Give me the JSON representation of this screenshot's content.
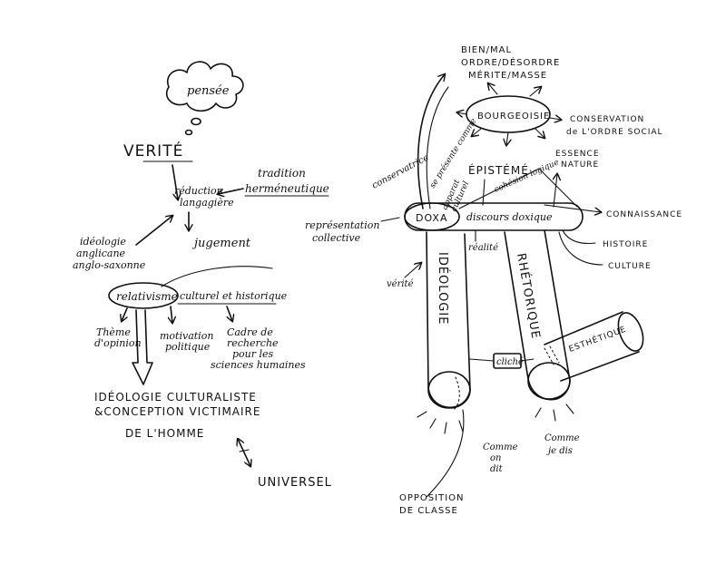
{
  "left": {
    "pensee": "pensée",
    "verite": "VERITÉ",
    "tradition_line1": "tradition",
    "tradition_line2": "herméneutique",
    "reduction_line1": "réduction",
    "reduction_line2": "langagière",
    "ideologie_anglo_line1": "idéologie",
    "ideologie_anglo_line2": "anglicane",
    "ideologie_anglo_line3": "anglo-saxonne",
    "jugement": "jugement",
    "relativisme": "relativisme",
    "culturel": "culturel et historique",
    "theme_line1": "Thème",
    "theme_line2": "d'opinion",
    "motivation_line1": "motivation",
    "motivation_line2": "politique",
    "cadre_line1": "Cadre de",
    "cadre_line2": "recherche",
    "cadre_line3": "pour les",
    "cadre_line4": "sciences humaines",
    "ideologie_cult_line1": "IDÉOLOGIE CULTURALISTE",
    "ideologie_cult_line2": "&CONCEPTION VICTIMAIRE",
    "ideologie_cult_line3": "DE L'HOMME",
    "universel": "UNIVERSEL"
  },
  "right": {
    "bien_line1": "BIEN/MAL",
    "bien_line2": "ORDRE/DÉSORDRE",
    "bien_line3": "MÉRITE/MASSE",
    "bourgeoisie": "BOURGEOISIE",
    "conservation_line1": "CONSERVATION",
    "conservation_line2": "de L'ORDRE SOCIAL",
    "essence_line1": "ESSENCE",
    "essence_line2": "NATURE",
    "conservatrice": "conservatrice",
    "se_presente": "se présente comme",
    "episteme": "ÉPISTÉMÉ",
    "cohesion": "cohésion logique",
    "apparat_line1": "apparat",
    "apparat_line2": "culturel",
    "representation_line1": "représentation",
    "representation_line2": "collective",
    "doxa": "DOXA",
    "discours": "discours doxique",
    "connaissance": "CONNAISSANCE",
    "histoire": "HISTOIRE",
    "culture": "CULTURE",
    "realite": "réalité",
    "verite_small": "vérité",
    "ideologie_tube": "IDÉOLOGIE",
    "rhetorique": "RHÉTORIQUE",
    "cliche": "cliché",
    "esthetique": "ESTHÉTIQUE",
    "comme_on_line1": "Comme",
    "comme_on_line2": "on",
    "comme_on_line3": "dit",
    "comme_je_line1": "Comme",
    "comme_je_line2": "je dis",
    "opposition_line1": "OPPOSITION",
    "opposition_line2": "DE CLASSE"
  }
}
